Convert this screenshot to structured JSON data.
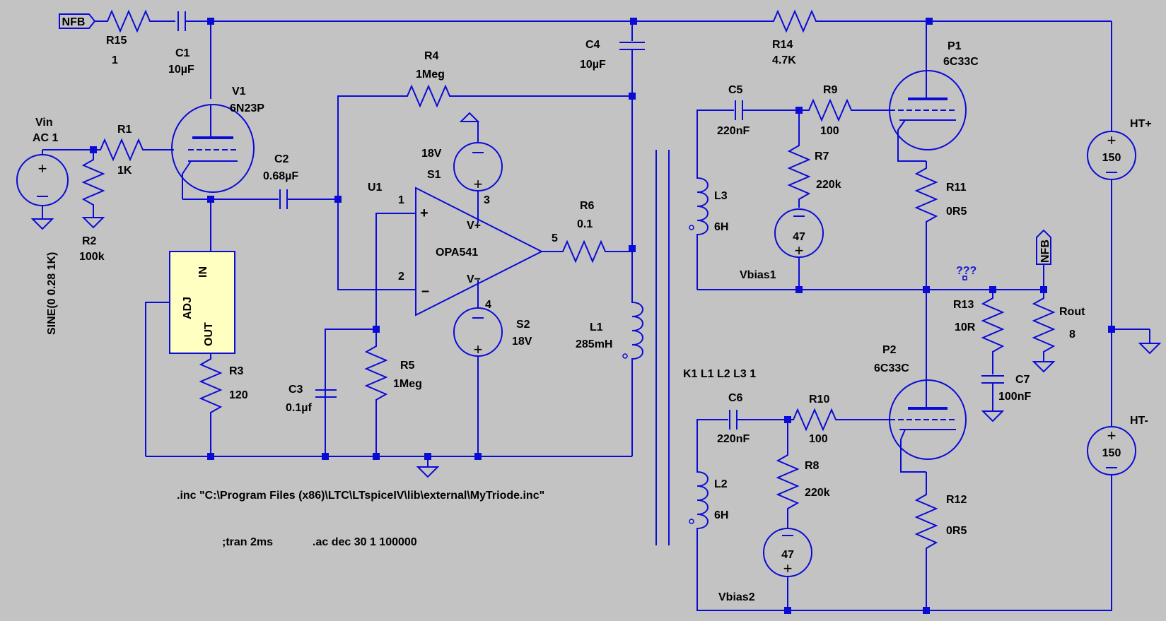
{
  "components": {
    "r15": {
      "ref": "R15",
      "value": "1"
    },
    "c1": {
      "ref": "C1",
      "value": "10µF"
    },
    "r14": {
      "ref": "R14",
      "value": "4.7K"
    },
    "c4": {
      "ref": "C4",
      "value": "10µF"
    },
    "p1": {
      "ref": "P1",
      "value": "6C33C"
    },
    "p2": {
      "ref": "P2",
      "value": "6C33C"
    },
    "r4": {
      "ref": "R4",
      "value": "1Meg"
    },
    "v1": {
      "ref": "V1",
      "value": "6N23P"
    },
    "vin": {
      "ref": "Vin",
      "value": "AC 1",
      "sine": "SINE(0 0.28 1K)"
    },
    "r1": {
      "ref": "R1",
      "value": "1K"
    },
    "r2": {
      "ref": "R2",
      "value": "100k"
    },
    "c2": {
      "ref": "C2",
      "value": "0.68µF"
    },
    "u1": {
      "ref": "U1",
      "value": "OPA541",
      "pin1": "1",
      "pin2": "2",
      "pin3": "3",
      "pin4": "4",
      "pin5": "5",
      "vplus": "V+",
      "vminus": "V−"
    },
    "s1": {
      "ref": "S1",
      "value": "18V"
    },
    "s2": {
      "ref": "S2",
      "value": "18V"
    },
    "r6": {
      "ref": "R6",
      "value": "0.1"
    },
    "l1": {
      "ref": "L1",
      "value": "285mH"
    },
    "r3": {
      "ref": "R3",
      "value": "120"
    },
    "c3": {
      "ref": "C3",
      "value": "0.1µf"
    },
    "r5": {
      "ref": "R5",
      "value": "1Meg"
    },
    "c5": {
      "ref": "C5",
      "value": "220nF"
    },
    "r9": {
      "ref": "R9",
      "value": "100"
    },
    "r7": {
      "ref": "R7",
      "value": "220k"
    },
    "l3": {
      "ref": "L3",
      "value": "6H"
    },
    "vb1": {
      "ref": "Vbias1",
      "value": "47"
    },
    "r11": {
      "ref": "R11",
      "value": "0R5"
    },
    "htp": {
      "ref": "HT+",
      "value": "150"
    },
    "htm": {
      "ref": "HT-",
      "value": "150"
    },
    "r13": {
      "ref": "R13",
      "value": "10R"
    },
    "c7": {
      "ref": "C7",
      "value": "100nF"
    },
    "rout": {
      "ref": "Rout",
      "value": "8"
    },
    "c6": {
      "ref": "C6",
      "value": "220nF"
    },
    "r10": {
      "ref": "R10",
      "value": "100"
    },
    "r8": {
      "ref": "R8",
      "value": "220k"
    },
    "l2": {
      "ref": "L2",
      "value": "6H"
    },
    "vb2": {
      "ref": "Vbias2",
      "value": "47"
    },
    "r12": {
      "ref": "R12",
      "value": "0R5"
    }
  },
  "regulator": {
    "adj": "ADJ",
    "out": "OUT",
    "in": "IN"
  },
  "net_labels": {
    "nfb_left": "NFB",
    "nfb_right": "NFB",
    "unknown": "???"
  },
  "directives": {
    "include": ".inc \"C:\\Program Files (x86)\\LTC\\LTspiceIV\\lib\\external\\MyTriode.inc\"",
    "tran": ";tran 2ms",
    "ac": ".ac dec 30 1 100000",
    "coupling": "K1 L1 L2 L3 1"
  },
  "colors": {
    "background": "#c3c3c3",
    "wire": "#0b0bd6",
    "component_fill": "#ffffc2",
    "text": "#000000"
  }
}
